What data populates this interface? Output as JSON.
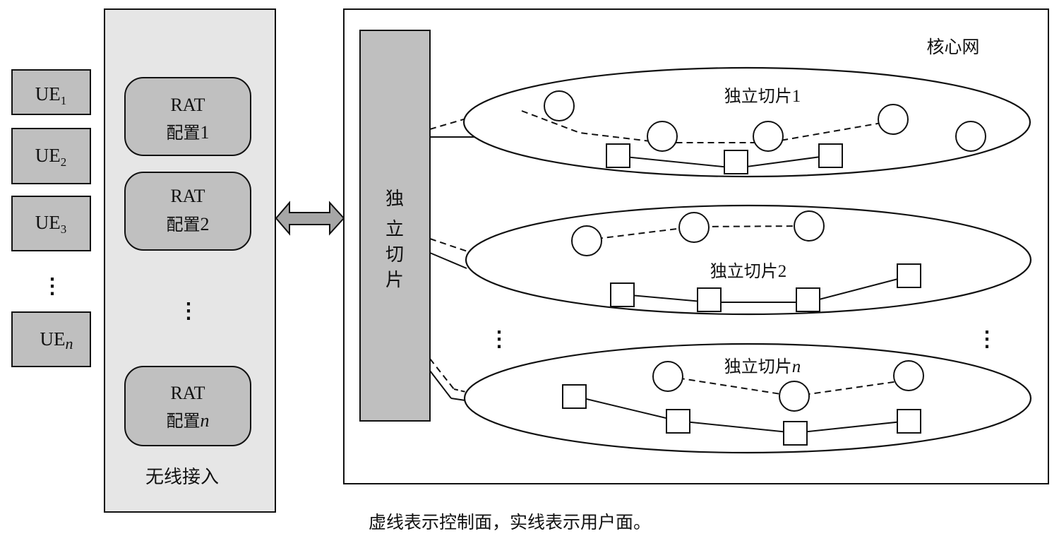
{
  "ue_list": {
    "items": [
      {
        "base": "UE",
        "sub": "1",
        "italic_sub": false
      },
      {
        "base": "UE",
        "sub": "2",
        "italic_sub": false
      },
      {
        "base": "UE",
        "sub": "3",
        "italic_sub": false
      },
      {
        "base": "UE",
        "sub": "n",
        "italic_sub": true
      }
    ],
    "ellipsis": "⋮"
  },
  "radio_access": {
    "title": "无线接入",
    "rat_configs": [
      {
        "line1": "RAT",
        "line2_prefix": "配置",
        "line2_suffix": "1",
        "italic_suffix": false
      },
      {
        "line1": "RAT",
        "line2_prefix": "配置",
        "line2_suffix": "2",
        "italic_suffix": false
      },
      {
        "line1": "RAT",
        "line2_prefix": "配置",
        "line2_suffix": "n",
        "italic_suffix": true
      }
    ],
    "ellipsis": "⋮"
  },
  "connector": {
    "icon": "double-arrow-icon"
  },
  "core_network": {
    "title": "核心网",
    "slice_bar_chars": [
      "独",
      "立",
      "切",
      "片"
    ],
    "slices": [
      {
        "label_prefix": "独立切片",
        "label_suffix": "1",
        "italic_suffix": false
      },
      {
        "label_prefix": "独立切片",
        "label_suffix": "2",
        "italic_suffix": false
      },
      {
        "label_prefix": "独立切片",
        "label_suffix": "n",
        "italic_suffix": true
      }
    ],
    "ellipsis": "⋮"
  },
  "legend": {
    "caption": "虚线表示控制面，实线表示用户面。"
  },
  "colors": {
    "ue_fill": "#bfbfbf",
    "access_panel_fill": "#e6e6e6",
    "rat_fill": "#c0c0c0",
    "slice_bar_fill": "#bfbfbf",
    "arrow_fill": "#a6a6a6",
    "stroke": "#111111"
  }
}
